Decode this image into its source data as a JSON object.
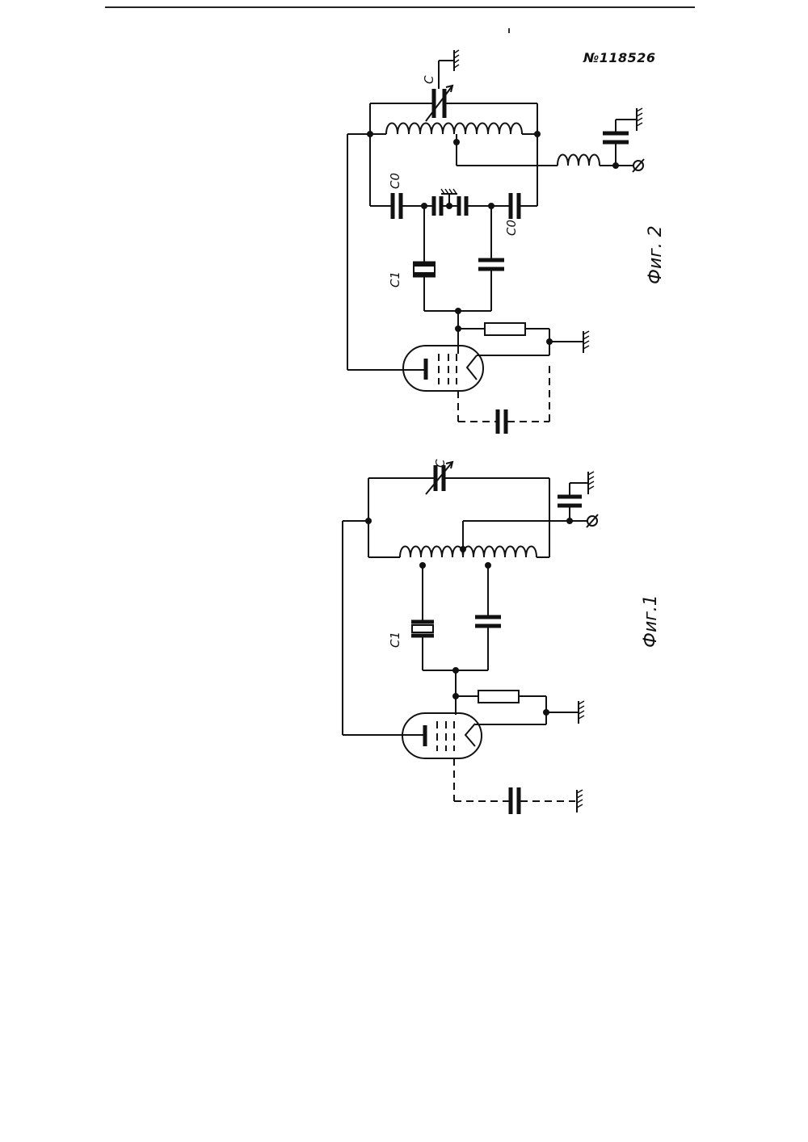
{
  "document": {
    "patent_number": "№118526"
  },
  "figure2": {
    "caption": "Фиг. 2",
    "label_c": "C",
    "label_c0_top": "C0",
    "label_c0_bottom": "C0",
    "label_c1": "C1"
  },
  "figure1": {
    "caption": "Фиг.1",
    "label_c": "C",
    "label_c1": "C1"
  }
}
